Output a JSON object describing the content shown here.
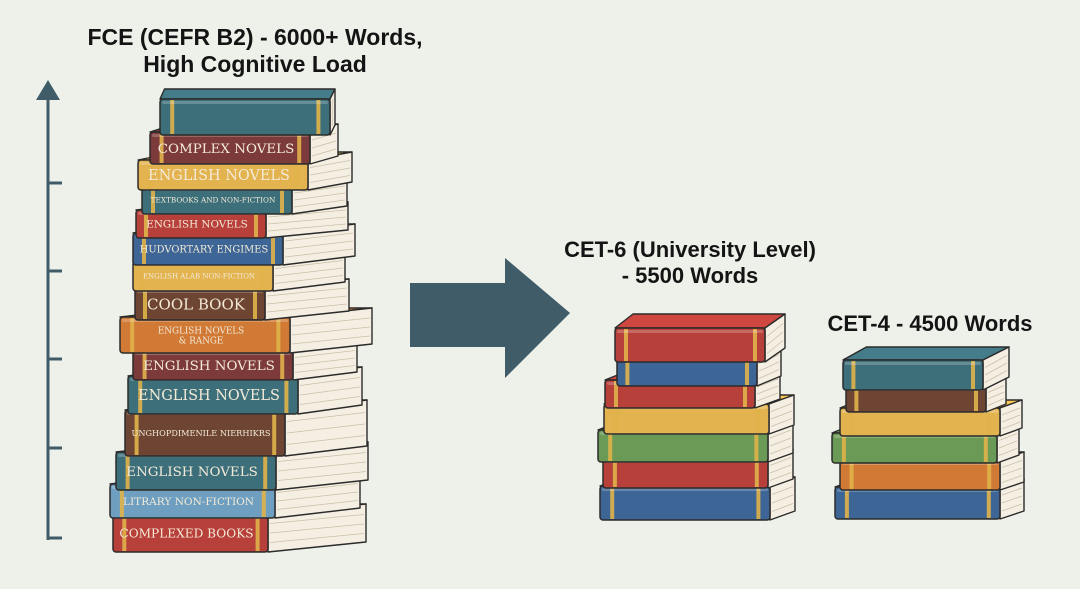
{
  "colors": {
    "background": "#eef1ea",
    "axis": "#3f5c68",
    "arrow": "#3f5c68",
    "page_paper": "#f5efe3",
    "book_red": "#b8403a",
    "book_teal": "#3d6f7a",
    "book_blue": "#3d6696",
    "book_orange": "#d07a36",
    "book_yellow": "#e3b34f",
    "book_green": "#6a9a55",
    "book_maroon": "#7d3a3a",
    "book_brown": "#6e4532",
    "book_light_blue": "#6f9fc0"
  },
  "icons": {
    "axis": "vertical-arrow-axis-icon",
    "transition": "right-arrow-icon"
  },
  "fce": {
    "title_line1": "FCE (CEFR B2) - 6000+ Words,",
    "title_line2": "High Cognitive Load",
    "book_spines": [
      "",
      "COMPLEX NOVELS",
      "ENGLISH NOVELS",
      "TEXTBOOKS AND NON-FICTION",
      "ENGLISH NOVELS",
      "HUDVORTARY ENGIMES",
      "ENGLISH ALAB NON-FICTION",
      "COOL BOOK",
      "ENGLISH NOVELS & RANGE",
      "ENGLISH NOVELS",
      "ENGLISH NOVELS",
      "UNGHOPDIMENILE NIERHIKRS",
      "ENGLISH NOVELS",
      "LITRARY NON-FICTION",
      "COMPLEXED BOOKS"
    ]
  },
  "cet6": {
    "title_line1": "CET-6 (University Level)",
    "title_line2": "- 5500 Words"
  },
  "cet4": {
    "title": "CET-4 - 4500 Words"
  }
}
